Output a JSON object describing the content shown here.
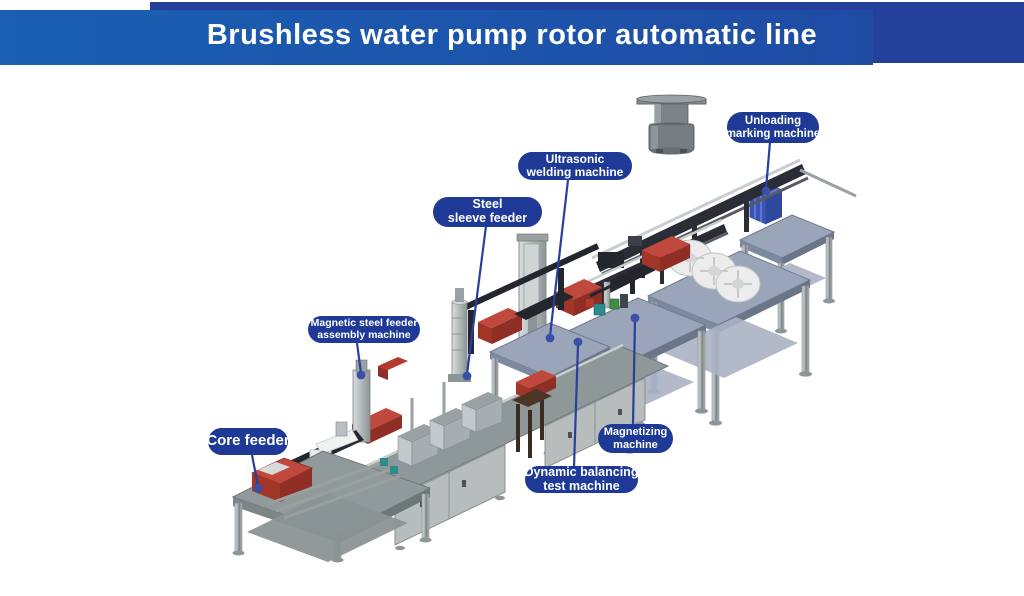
{
  "header": {
    "title": "Brushless water pump rotor automatic line",
    "colors": {
      "bar_left": "#1a5fb2",
      "bar_right": "#1f4ba3",
      "accent_bar": "#24409b",
      "text": "#ffffff"
    }
  },
  "callouts": [
    {
      "id": "core-feeder",
      "lines": [
        "Core feeder"
      ]
    },
    {
      "id": "magnetic-steel-feeder-assembly",
      "lines": [
        "Magnetic steel feeder",
        "assembly machine"
      ]
    },
    {
      "id": "steel-sleeve-feeder",
      "lines": [
        "Steel",
        "sleeve feeder"
      ]
    },
    {
      "id": "ultrasonic-welding",
      "lines": [
        "Ultrasonic",
        "welding machine"
      ]
    },
    {
      "id": "unloading-marking",
      "lines": [
        "Unloading",
        "marking machine"
      ]
    },
    {
      "id": "magnetizing",
      "lines": [
        "Magnetizing",
        "machine"
      ]
    },
    {
      "id": "dynamic-balancing-test",
      "lines": [
        "Dynamic balancing",
        "test machine"
      ]
    }
  ],
  "callout_style": {
    "pill_color": "#1e3a96",
    "leader_color": "#2a3f9d",
    "dot_color": "#3a4fa5",
    "text_color": "#ffffff"
  }
}
